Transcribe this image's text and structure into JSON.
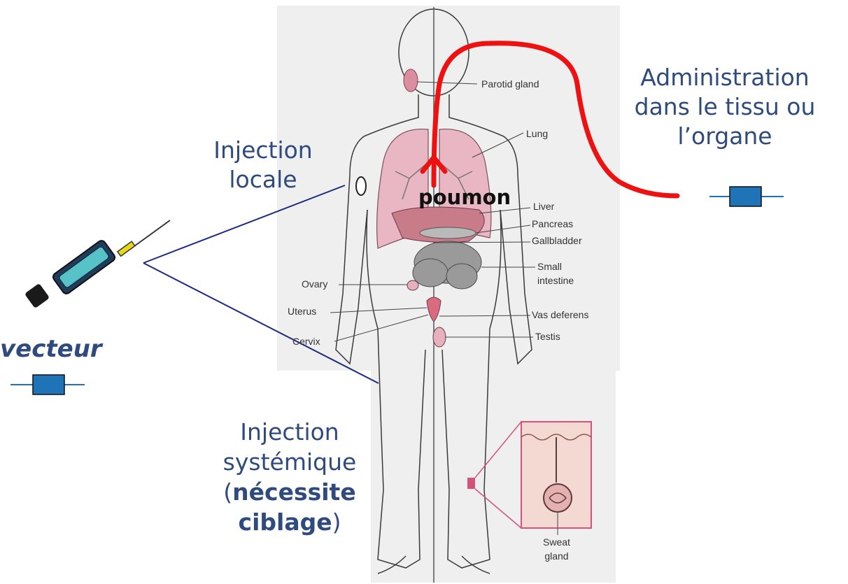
{
  "labels": {
    "injection_locale": [
      "Injection",
      "locale"
    ],
    "administration": [
      "Administration",
      "dans le tissu ou",
      "l’organe"
    ],
    "vecteur": "vecteur",
    "poumon": "poumon",
    "injection_systemique": {
      "line1": "Injection",
      "line2": "systémique",
      "open_paren": "(",
      "bold1": "nécessite",
      "bold2": "ciblage",
      "close_paren": ")"
    }
  },
  "anatomy": {
    "parotid_gland": "Parotid gland",
    "lung": "Lung",
    "liver": "Liver",
    "pancreas": "Pancreas",
    "gallbladder": "Gallbladder",
    "small_intestine": [
      "Small",
      "intestine"
    ],
    "ovary": "Ovary",
    "uterus": "Uterus",
    "cervix": "Cervix",
    "vas_deferens": "Vas deferens",
    "testis": "Testis",
    "sweat_gland": [
      "Sweat",
      "gland"
    ]
  },
  "colors": {
    "label_blue": "#2f4a7d",
    "line_navy": "#1c2a80",
    "arrow_red": "#ee1111",
    "vector_box": "#1f74b8",
    "lung_pink": "#e9b7c3",
    "intestine_gray": "#9a9a9a",
    "panel_gray": "#eeeeee"
  },
  "icons": {
    "syringe": "syringe-icon",
    "vector_symbol": "gene-vector-icon"
  }
}
